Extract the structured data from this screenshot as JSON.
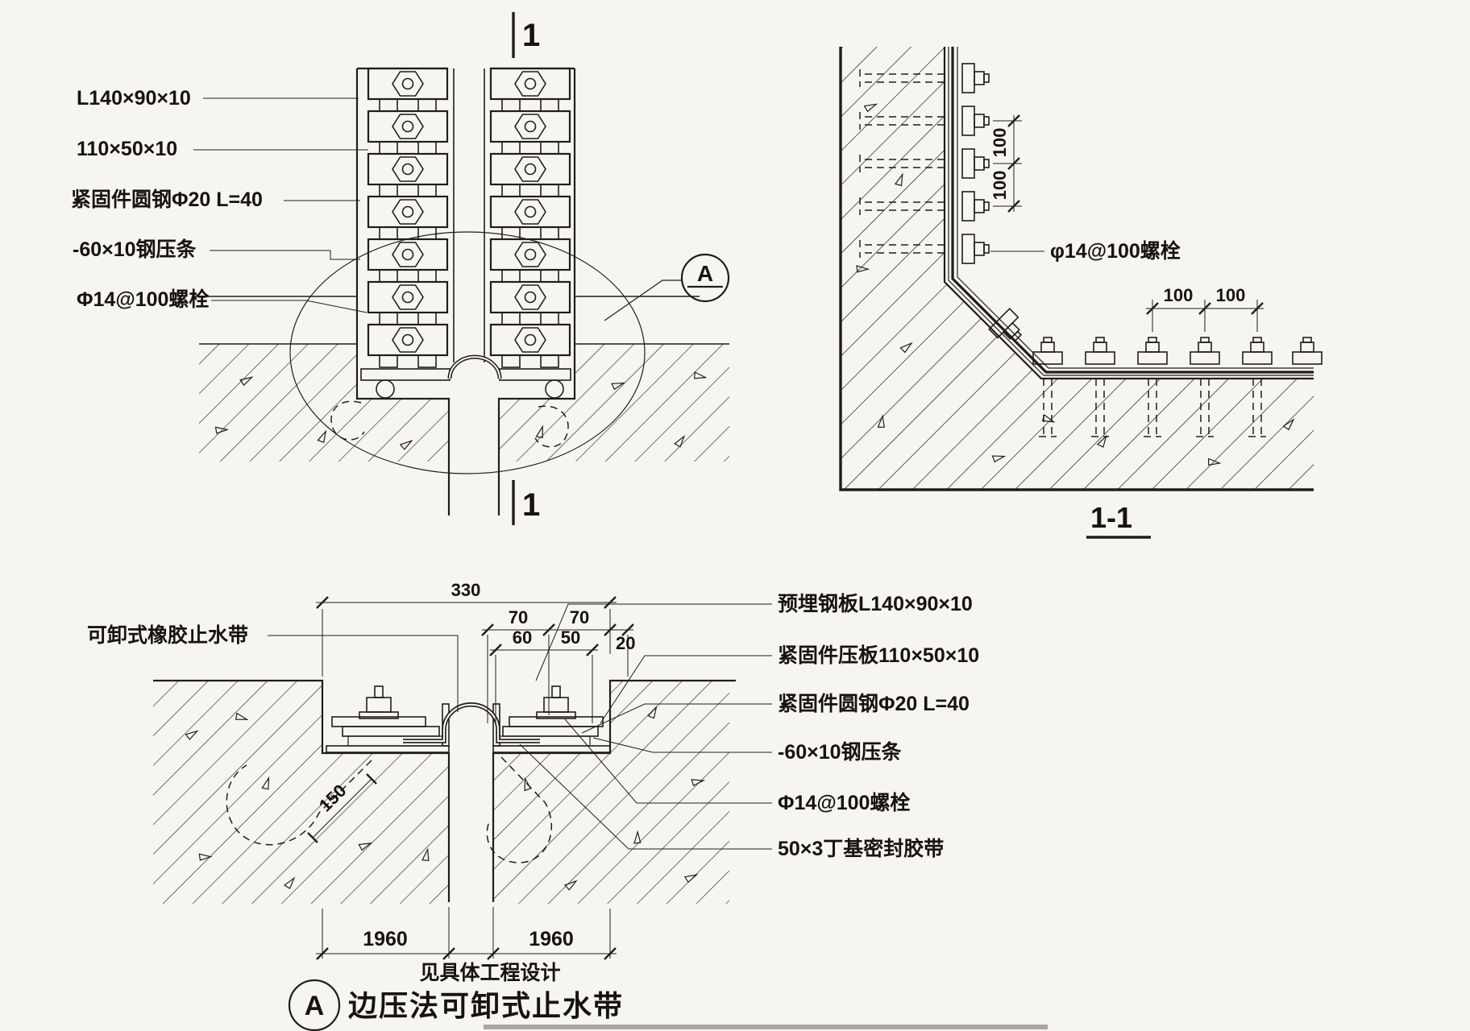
{
  "canvas": {
    "background": "#f7f5ef",
    "ink": "#211e18"
  },
  "plan_view": {
    "mark_top": "1",
    "mark_bottom": "1",
    "callout_letter": "A",
    "labels": [
      "L140×90×10",
      "110×50×10",
      "紧固件圆钢Φ20 L=40",
      "-60×10钢压条",
      "Φ14@100螺栓"
    ]
  },
  "section_view": {
    "title": "1-1",
    "bolt_label": "φ14@100螺栓",
    "dims_vertical": [
      "100",
      "100"
    ],
    "dims_horizontal": [
      "100",
      "100"
    ]
  },
  "detail_view": {
    "callout_letter": "A",
    "title": "边压法可卸式止水带",
    "waterstop_label": "可卸式橡胶止水带",
    "labels": [
      "预埋钢板L140×90×10",
      "紧固件压板110×50×10",
      "紧固件圆钢Φ20 L=40",
      "-60×10钢压条",
      "Φ14@100螺栓",
      "50×3丁基密封胶带"
    ],
    "dims": {
      "overall": "330",
      "d70a": "70",
      "d70b": "70",
      "d60": "60",
      "d50": "50",
      "d20": "20",
      "d150": "150",
      "left_1960": "1960",
      "right_1960": "1960",
      "joint_note": "见具体工程设计"
    }
  }
}
